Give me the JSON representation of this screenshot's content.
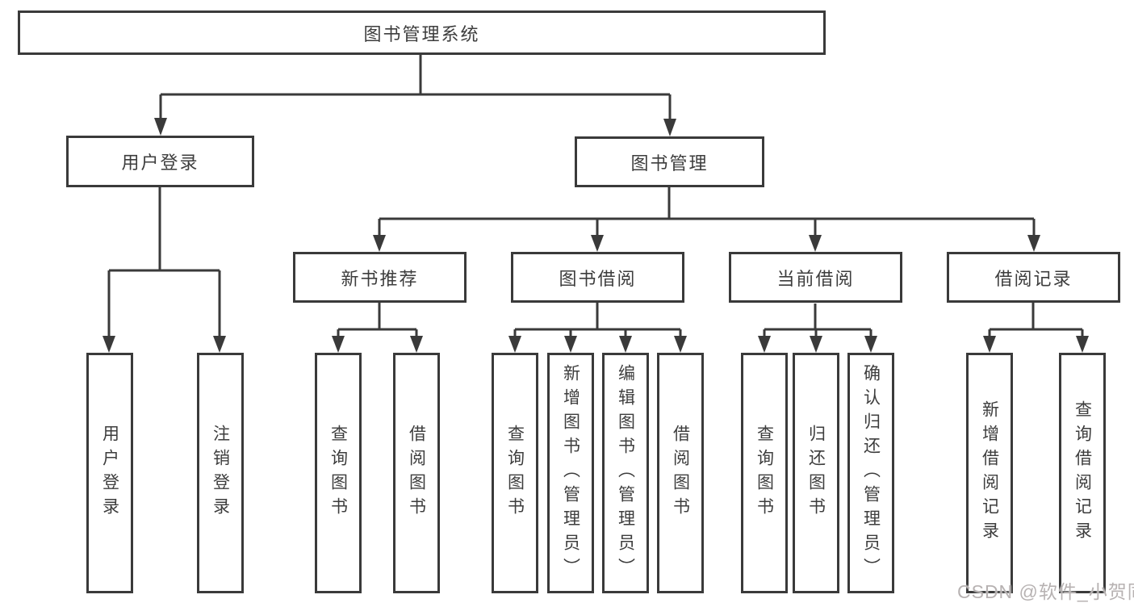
{
  "diagram": {
    "root": {
      "label": "图书管理系统"
    },
    "branches": [
      {
        "label": "用户登录",
        "children": [
          {
            "label": "用户登录"
          },
          {
            "label": "注销登录"
          }
        ]
      },
      {
        "label": "图书管理",
        "children": [
          {
            "label": "新书推荐",
            "children": [
              {
                "label": "查询图书"
              },
              {
                "label": "借阅图书"
              }
            ]
          },
          {
            "label": "图书借阅",
            "children": [
              {
                "label": "查询图书"
              },
              {
                "label": "新增图书（管理员）"
              },
              {
                "label": "编辑图书（管理员）"
              },
              {
                "label": "借阅图书"
              }
            ]
          },
          {
            "label": "当前借阅",
            "children": [
              {
                "label": "查询图书"
              },
              {
                "label": "归还图书"
              },
              {
                "label": "确认归还（管理员）"
              }
            ]
          },
          {
            "label": "借阅记录",
            "children": [
              {
                "label": "新增借阅记录"
              },
              {
                "label": "查询借阅记录"
              }
            ]
          }
        ]
      }
    ],
    "line_color": "#3a3a3a",
    "box_background": "#ffffff",
    "text_color": "#3d3d3d"
  },
  "watermark": {
    "text": "CSDN @软件_小贺同学",
    "color": "#b7b2b2"
  }
}
